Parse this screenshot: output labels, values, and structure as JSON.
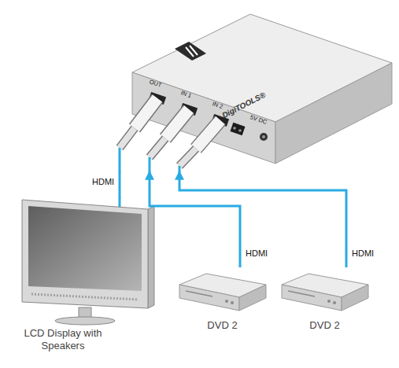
{
  "diagram": {
    "nodes": [
      {
        "text": [
          "DigiTOOLS®"
        ]
      },
      {
        "text": [
          "LCD Display with Speakers"
        ]
      },
      {
        "text": [
          "DVD 2"
        ]
      },
      {
        "text": [
          "DVD 2"
        ]
      }
    ],
    "edges": [
      {
        "from": 0,
        "to": 1,
        "arrow": "none",
        "label": "HDMI"
      },
      {
        "from": 2,
        "to": 0,
        "arrow": "to",
        "label": "HDMI"
      },
      {
        "from": 3,
        "to": 0,
        "arrow": "to",
        "label": "HDMI"
      }
    ],
    "labels": [
      "OUT",
      "IN 1",
      "IN 2",
      "5V DC"
    ]
  }
}
